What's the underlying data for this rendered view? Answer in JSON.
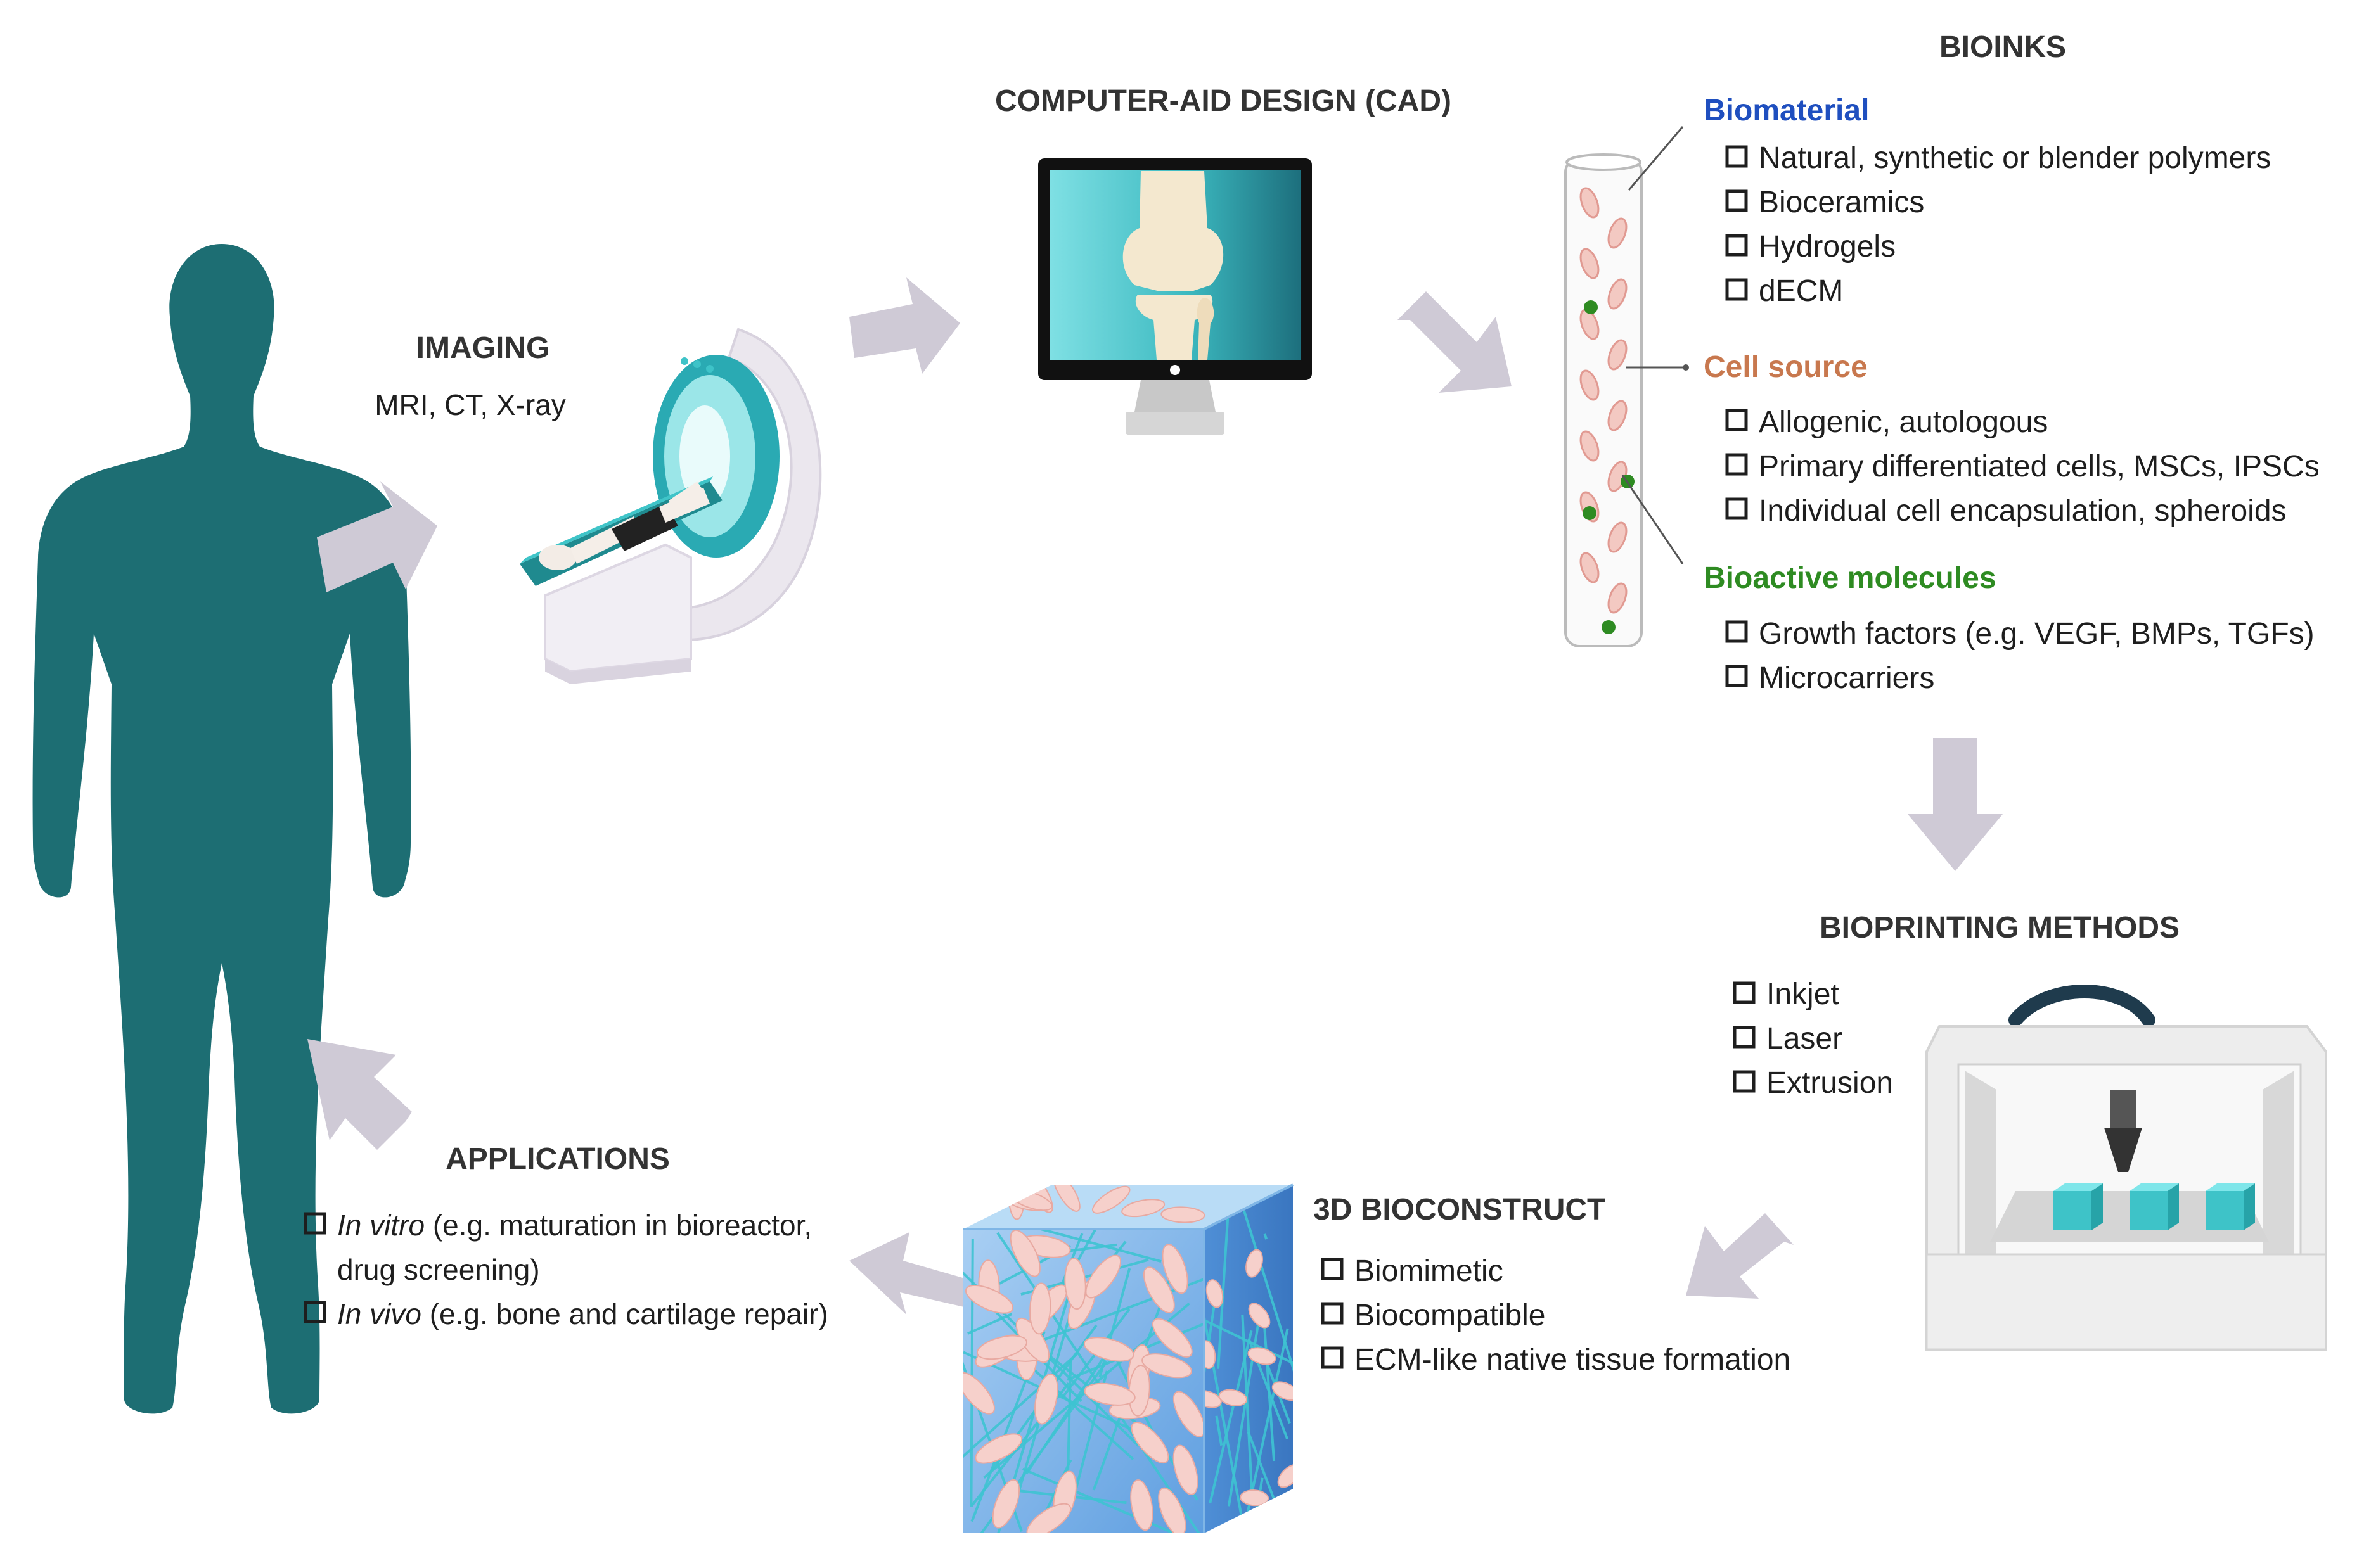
{
  "colors": {
    "figure": "#1d6e73",
    "arrow": "#cfcad6",
    "teal": "#3ec3c8",
    "biomaterial": "#1f4fbf",
    "cell_source": "#c8784e",
    "bioactive": "#2e8b22"
  },
  "imaging": {
    "title": "IMAGING",
    "subtitle": "MRI, CT, X-ray"
  },
  "cad": {
    "title": "COMPUTER-AID DESIGN (CAD)"
  },
  "bioinks": {
    "title": "BIOINKS",
    "biomaterial": {
      "label": "Biomaterial",
      "items": [
        "Natural, synthetic or blender polymers",
        "Bioceramics",
        "Hydrogels",
        "dECM"
      ]
    },
    "cell_source": {
      "label": "Cell source",
      "items": [
        "Allogenic, autologous",
        "Primary differentiated cells, MSCs, IPSCs",
        "Individual cell encapsulation, spheroids"
      ]
    },
    "bioactive": {
      "label": "Bioactive molecules",
      "items": [
        "Growth factors (e.g. VEGF, BMPs, TGFs)",
        "Microcarriers"
      ]
    }
  },
  "bioprinting": {
    "title": "BIOPRINTING METHODS",
    "items": [
      "Inkjet",
      "Laser",
      "Extrusion"
    ]
  },
  "bioconstruct": {
    "title": "3D BIOCONSTRUCT",
    "items": [
      "Biomimetic",
      "Biocompatible",
      "ECM-like native tissue formation"
    ]
  },
  "applications": {
    "title": "APPLICATIONS",
    "in_vitro_em": "In vitro",
    "in_vitro_rest_1": " (e.g. maturation in bioreactor,",
    "in_vitro_rest_2": "drug screening)",
    "in_vivo_em": "In vivo",
    "in_vivo_rest": " (e.g. bone and cartilage repair)"
  }
}
